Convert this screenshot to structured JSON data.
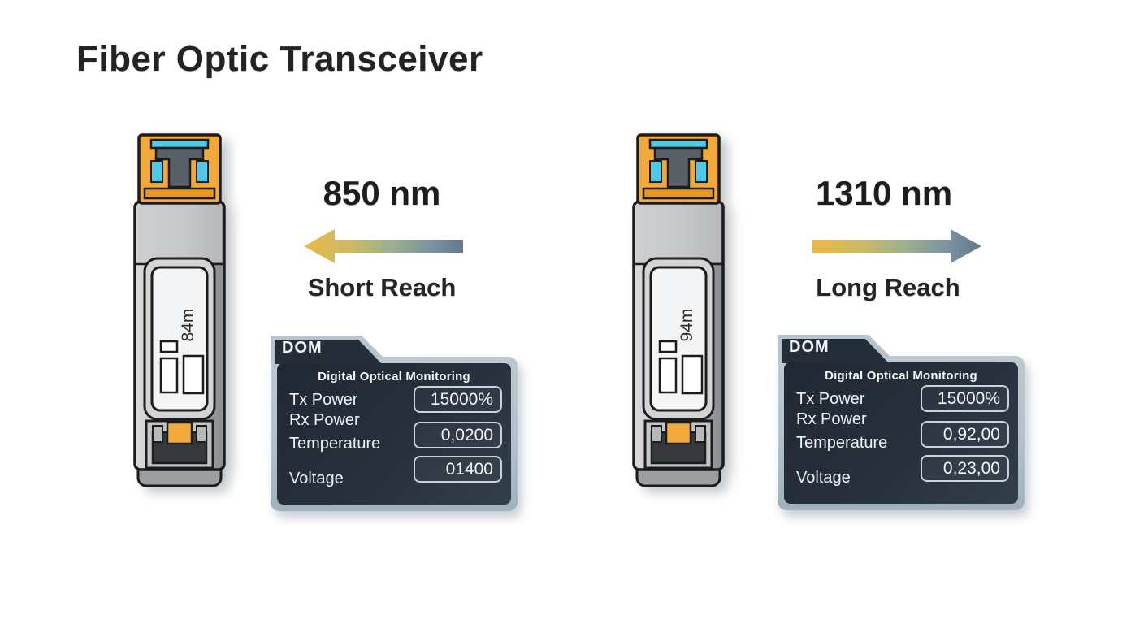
{
  "title": "Fiber Optic Transceiver",
  "colors": {
    "connector_orange": "#F2A93B",
    "connector_cyan": "#4EC9E6",
    "panel_frame": "#B7C4CE",
    "panel_dark": "#27303C",
    "arrow_warm": "#EDB847",
    "arrow_cool": "#64788C"
  },
  "modules": {
    "left": {
      "wavelength": "850 nm",
      "reach": "Short Reach",
      "arrow_direction": "left",
      "module_label": "84m",
      "dom": {
        "tab": "DOM",
        "panel_title": "Digital Optical Monitoring",
        "labels": [
          "Tx Power",
          "Rx Power",
          "Temperature",
          "Voltage"
        ],
        "values": [
          "15000%",
          "0,0200",
          "01400"
        ]
      }
    },
    "right": {
      "wavelength": "1310 nm",
      "reach": "Long Reach",
      "arrow_direction": "right",
      "module_label": "94m",
      "dom": {
        "tab": "DOM",
        "panel_title": "Digital Optical Monitoring",
        "labels": [
          "Tx Power",
          "Rx Power",
          "Temperature",
          "Voltage"
        ],
        "values": [
          "15000%",
          "0,92,00",
          "0,23,00"
        ]
      }
    }
  }
}
